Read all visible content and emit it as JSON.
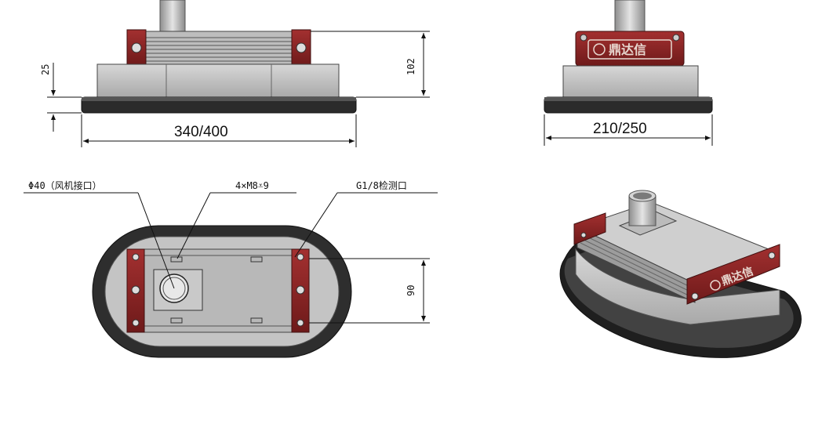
{
  "front_view": {
    "width_label": "340/400",
    "height_label": "102",
    "base_label": "25"
  },
  "side_view": {
    "width_label": "210/250",
    "brand_text": "鼎达信"
  },
  "top_view": {
    "fan_port_label": "Φ40（风机接口）",
    "mount_label": "4×M8⩡9",
    "detect_port_label": "G1/8检测口",
    "height_label": "90"
  },
  "iso_view": {
    "brand_text": "鼎达信"
  },
  "colors": {
    "red_plate": "#8b2323",
    "gray_body": "#c8c8c8",
    "dark_base": "#2a2a2a",
    "line": "#111111"
  }
}
